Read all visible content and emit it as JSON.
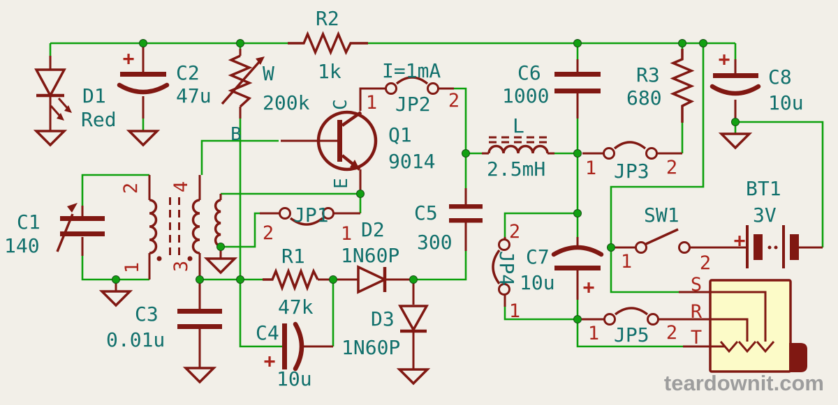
{
  "watermark": {
    "text": "teardownit.com"
  },
  "colors": {
    "background": "#F2EFE8",
    "symbol_red": "#801812",
    "pin_number_red": "#AB241B",
    "label_teal": "#11706C",
    "wire_green": "#0CA00C",
    "junction_green": "#12A012",
    "jack_fill": "#FCFBC8",
    "watermark_gray": "#9D9D9D"
  },
  "c": {
    "d1": {
      "ref": "D1",
      "value": "Red"
    },
    "c1": {
      "ref": "C1",
      "value": "140"
    },
    "c2": {
      "ref": "C2",
      "value": "47u",
      "plus": "+"
    },
    "c3": {
      "ref": "C3",
      "value": "0.01u"
    },
    "c4": {
      "ref": "C4",
      "value": "10u",
      "plus": "+"
    },
    "c5": {
      "ref": "C5",
      "value": "300"
    },
    "c6": {
      "ref": "C6",
      "value": "1000"
    },
    "c7": {
      "ref": "C7",
      "value": "10u",
      "plus": "+"
    },
    "c8": {
      "ref": "C8",
      "value": "10u",
      "plus": "+"
    },
    "r1": {
      "ref": "R1",
      "value": "47k"
    },
    "r2": {
      "ref": "R2",
      "value": "1k"
    },
    "r3": {
      "ref": "R3",
      "value": "680"
    },
    "w": {
      "ref": "W",
      "value": "200k"
    },
    "l": {
      "ref": "L",
      "value": "2.5mH"
    },
    "q1": {
      "ref": "Q1",
      "value": "9014",
      "pin_c": "C",
      "pin_b": "B",
      "pin_e": "E",
      "note": "I=1mA"
    },
    "d2": {
      "ref": "D2",
      "value": "1N60P"
    },
    "d3": {
      "ref": "D3",
      "value": "1N60P"
    },
    "t1": {
      "pin1": "1",
      "pin2": "2",
      "pin3": "3",
      "pin4": "4"
    },
    "jp1": {
      "ref": "JP1",
      "pin1": "1",
      "pin2": "2"
    },
    "jp2": {
      "ref": "JP2",
      "pin1": "1",
      "pin2": "2"
    },
    "jp3": {
      "ref": "JP3",
      "pin1": "1",
      "pin2": "2"
    },
    "jp4": {
      "ref": "JP4",
      "pin1": "1",
      "pin2": "2"
    },
    "jp5": {
      "ref": "JP5",
      "pin1": "1",
      "pin2": "2"
    },
    "sw1": {
      "ref": "SW1",
      "pin1": "1",
      "pin2": "2"
    },
    "bt1": {
      "ref": "BT1",
      "value": "3V",
      "plus": "+"
    },
    "j1": {
      "pin_s": "S",
      "pin_r": "R",
      "pin_t": "T"
    }
  }
}
